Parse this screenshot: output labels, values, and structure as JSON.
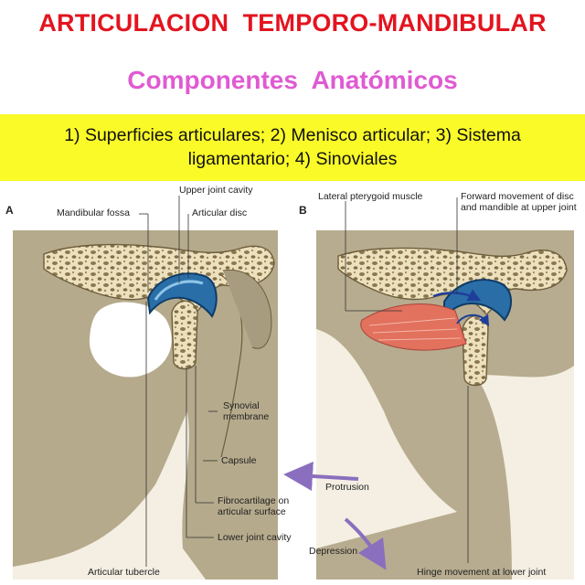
{
  "header": {
    "title": "ARTICULACION  TEMPORO-MANDIBULAR",
    "subtitle": "Componentes  Anatómicos",
    "banner": "1) Superficies articulares; 2) Menisco articular; 3) Sistema ligamentario; 4) Sinoviales"
  },
  "panel_a": {
    "letter": "A",
    "labels": {
      "upper_joint_cavity": "Upper joint cavity",
      "mandibular_fossa": "Mandibular fossa",
      "articular_disc": "Articular disc",
      "synovial_membrane_1": "Synovial",
      "synovial_membrane_2": "membrane",
      "capsule": "Capsule",
      "fibrocartilage_1": "Fibrocartilage on",
      "fibrocartilage_2": "articular surface",
      "lower_joint_cavity": "Lower joint cavity",
      "articular_tubercle": "Articular tubercle"
    }
  },
  "panel_b": {
    "letter": "B",
    "labels": {
      "lateral_pterygoid": "Lateral pterygoid muscle",
      "forward_movement_1": "Forward movement of disc",
      "forward_movement_2": "and mandible at upper joint",
      "protrusion": "Protrusion",
      "depression": "Depression",
      "hinge_movement": "Hinge movement at lower joint"
    }
  },
  "colors": {
    "title": "#e3141f",
    "subtitle": "#e05ad2",
    "banner": "#fafa28",
    "bone": "#ede0bd",
    "background_tissue": "#b7ac8f",
    "disc": "#1f5f96",
    "muscle": "#e2715e",
    "arrow_purple": "#8a6fbf"
  }
}
